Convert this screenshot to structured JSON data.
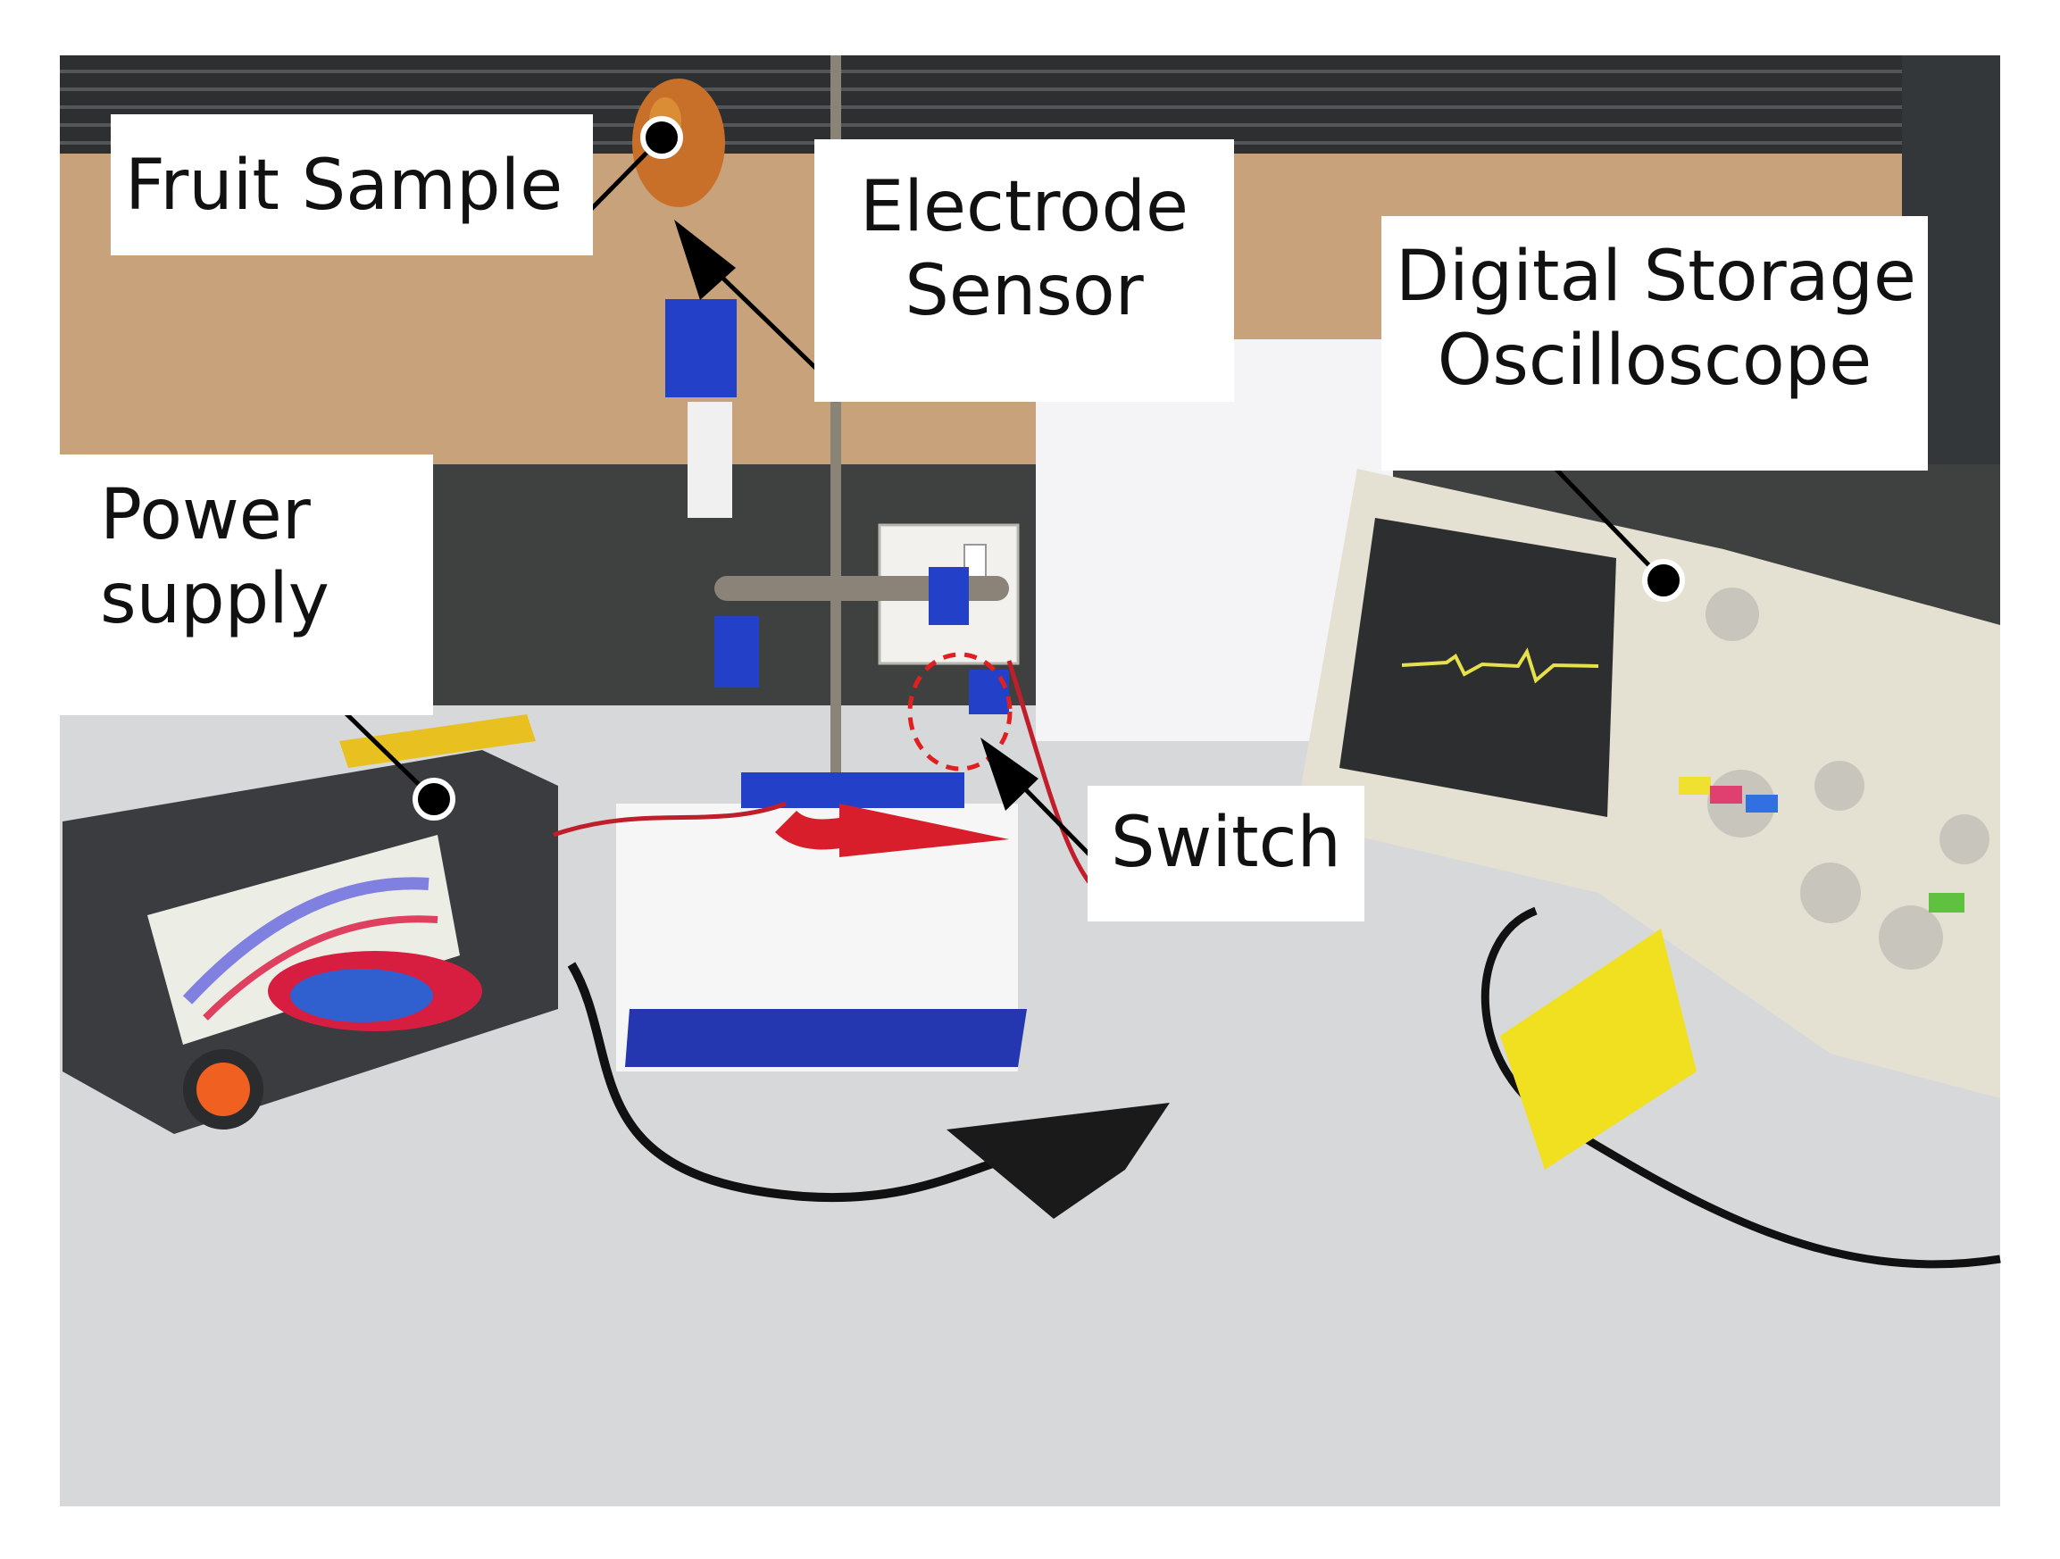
{
  "figure": {
    "labels": {
      "fruit_sample": "Fruit Sample",
      "electrode_sensor": [
        "Electrode",
        "Sensor"
      ],
      "digital_storage_oscilloscope": [
        "Digital Storage",
        "Oscilloscope"
      ],
      "power_supply": [
        "Power",
        "supply"
      ],
      "switch": "Switch"
    }
  },
  "colors": {
    "wall": "#c8a27a",
    "bench": "#d7d8da",
    "cabinet": "#3f4040",
    "instrument_beige": "#e4e0d2",
    "clamp_blue": "#2340c8",
    "clip_red": "#d81e2a",
    "switch_marker": "#e02020",
    "probe_tag_yellow": "#f0e020",
    "leader_line": "#000000",
    "label_bg": "#ffffff"
  }
}
